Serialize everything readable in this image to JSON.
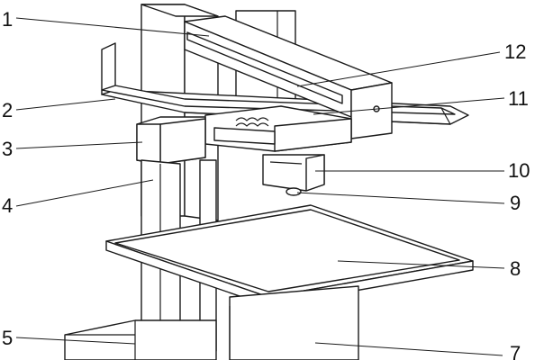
{
  "callouts": [
    {
      "id": "1",
      "text": "1"
    },
    {
      "id": "2",
      "text": "2"
    },
    {
      "id": "3",
      "text": "3"
    },
    {
      "id": "4",
      "text": "4"
    },
    {
      "id": "5",
      "text": "5"
    },
    {
      "id": "7",
      "text": "7"
    },
    {
      "id": "8",
      "text": "8"
    },
    {
      "id": "9",
      "text": "9"
    },
    {
      "id": "10",
      "text": "10"
    },
    {
      "id": "11",
      "text": "11"
    },
    {
      "id": "12",
      "text": "12"
    }
  ],
  "colors": {
    "stroke": "#1a1a1a",
    "background": "#ffffff",
    "shade": "#ececec"
  }
}
